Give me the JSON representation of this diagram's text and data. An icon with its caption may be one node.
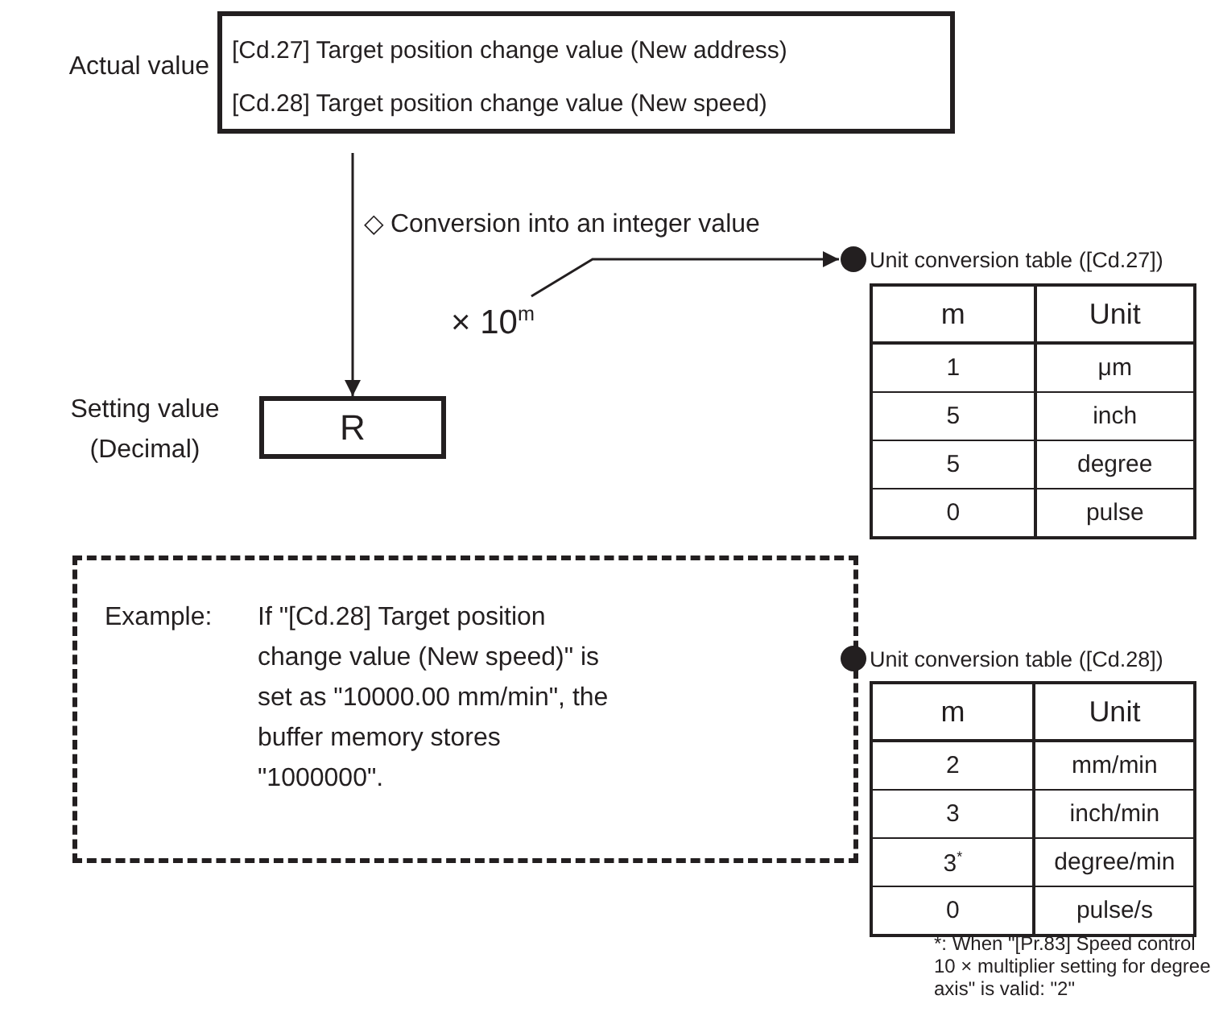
{
  "diagram": {
    "nodes": [
      {
        "text": [
          "[Cd.27] Target position change value (New address)",
          "[Cd.28] Target position change value (New speed)"
        ],
        "beside": [
          "Actual value"
        ]
      },
      {
        "text": [
          "R"
        ],
        "beside": [
          "Setting value (Decimal)"
        ]
      },
      {
        "text": [
          "× 10$^{m}$"
        ]
      },
      {
        "text": [
          "Unit conversion table ([Cd.27])"
        ]
      },
      {
        "text": [
          "Example:",
          "If \"[Cd.28] Target position change value (New speed)\" is set as \"10000.00 mm/min\", the buffer memory stores \"1000000\"."
        ]
      }
    ],
    "edges": [
      {
        "from": 0,
        "to": 1,
        "arrow": "to",
        "label": "◇ Conversion into an integer value"
      },
      {
        "from": 2,
        "to": 3,
        "arrow": "to"
      }
    ],
    "labels": [
      "m",
      "Unit",
      "1",
      "μm",
      "5",
      "inch",
      "5",
      "degree",
      "0",
      "pulse",
      "Unit conversion table ([Cd.28])",
      "m",
      "Unit",
      "2",
      "mm/min",
      "3",
      "inch/min",
      "3$^{*}$",
      "degree/min",
      "0",
      "pulse/s",
      "*: When \"[Pr.83] Speed control 10 × multiplier setting for degree axis\" is valid: \"2\""
    ]
  }
}
